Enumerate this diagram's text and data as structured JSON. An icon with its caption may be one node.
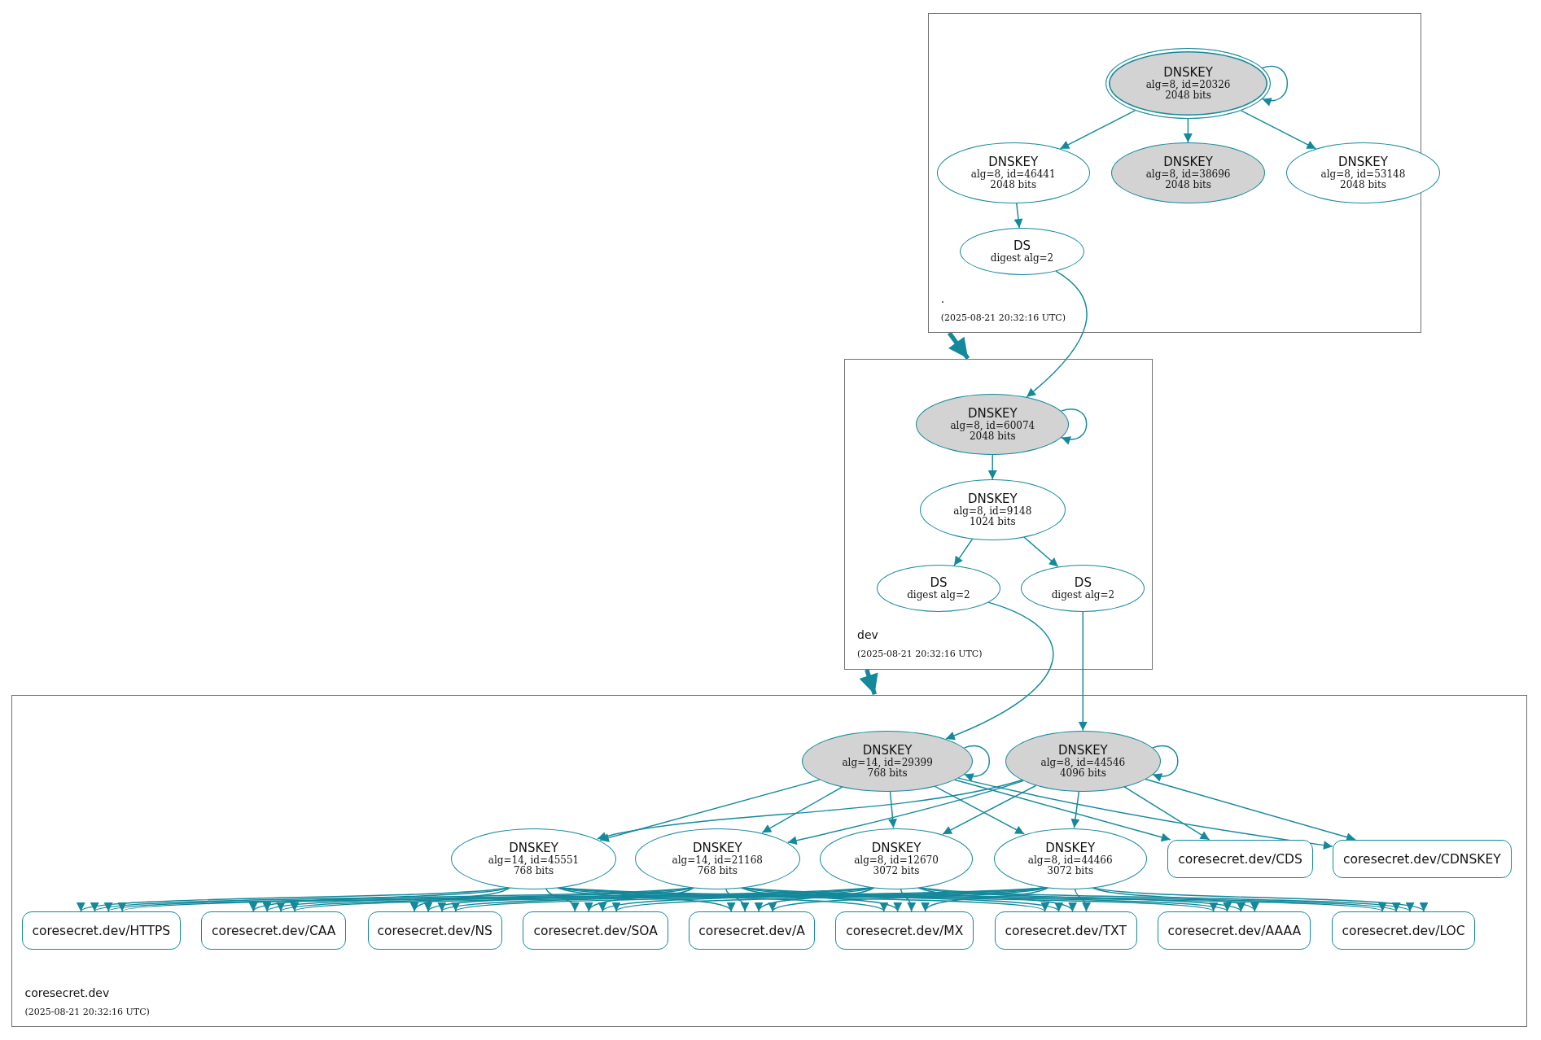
{
  "diagram": {
    "nodes": [
      {
        "text": [
          ".",
          "(2025-08-21 20:32:16 UTC)"
        ]
      },
      {
        "text": [
          "DNSKEY",
          "alg=8, id=20326",
          "2048 bits"
        ],
        "in": 0
      },
      {
        "text": [
          "DNSKEY",
          "alg=8, id=46441",
          "2048 bits"
        ],
        "in": 0
      },
      {
        "text": [
          "DNSKEY",
          "alg=8, id=38696",
          "2048 bits"
        ],
        "in": 0
      },
      {
        "text": [
          "DNSKEY",
          "alg=8, id=53148",
          "2048 bits"
        ],
        "in": 0
      },
      {
        "text": [
          "DS",
          "digest alg=2"
        ],
        "in": 0
      },
      {
        "text": [
          "dev",
          "(2025-08-21 20:32:16 UTC)"
        ]
      },
      {
        "text": [
          "DNSKEY",
          "alg=8, id=60074",
          "2048 bits"
        ],
        "in": 6
      },
      {
        "text": [
          "DNSKEY",
          "alg=8, id=9148",
          "1024 bits"
        ],
        "in": 6
      },
      {
        "text": [
          "DS",
          "digest alg=2"
        ],
        "in": 6
      },
      {
        "text": [
          "DS",
          "digest alg=2"
        ],
        "in": 6
      },
      {
        "text": [
          "coresecret.dev",
          "(2025-08-21 20:32:16 UTC)"
        ]
      },
      {
        "text": [
          "DNSKEY",
          "alg=14, id=29399",
          "768 bits"
        ],
        "in": 11
      },
      {
        "text": [
          "DNSKEY",
          "alg=8, id=44546",
          "4096 bits"
        ],
        "in": 11
      },
      {
        "text": [
          "DNSKEY",
          "alg=14, id=45551",
          "768 bits"
        ],
        "in": 11
      },
      {
        "text": [
          "DNSKEY",
          "alg=14, id=21168",
          "768 bits"
        ],
        "in": 11
      },
      {
        "text": [
          "DNSKEY",
          "alg=8, id=12670",
          "3072 bits"
        ],
        "in": 11
      },
      {
        "text": [
          "DNSKEY",
          "alg=8, id=44466",
          "3072 bits"
        ],
        "in": 11
      },
      {
        "text": [
          "coresecret.dev/CDS"
        ],
        "in": 11
      },
      {
        "text": [
          "coresecret.dev/CDNSKEY"
        ],
        "in": 11
      },
      {
        "text": [
          "coresecret.dev/HTTPS"
        ],
        "in": 11
      },
      {
        "text": [
          "coresecret.dev/CAA"
        ],
        "in": 11
      },
      {
        "text": [
          "coresecret.dev/NS"
        ],
        "in": 11
      },
      {
        "text": [
          "coresecret.dev/SOA"
        ],
        "in": 11
      },
      {
        "text": [
          "coresecret.dev/A"
        ],
        "in": 11
      },
      {
        "text": [
          "coresecret.dev/MX"
        ],
        "in": 11
      },
      {
        "text": [
          "coresecret.dev/TXT"
        ],
        "in": 11
      },
      {
        "text": [
          "coresecret.dev/AAAA"
        ],
        "in": 11
      },
      {
        "text": [
          "coresecret.dev/LOC"
        ],
        "in": 11
      }
    ],
    "edges": [
      {
        "from": 1,
        "to": 1,
        "arrow": "to"
      },
      {
        "from": 1,
        "to": 2,
        "arrow": "to"
      },
      {
        "from": 1,
        "to": 3,
        "arrow": "to"
      },
      {
        "from": 1,
        "to": 4,
        "arrow": "to"
      },
      {
        "from": 2,
        "to": 5,
        "arrow": "to"
      },
      {
        "from": 5,
        "to": 7,
        "arrow": "to"
      },
      {
        "from": 0,
        "to": 6,
        "arrow": "to",
        "style": "thick"
      },
      {
        "from": 7,
        "to": 7,
        "arrow": "to"
      },
      {
        "from": 7,
        "to": 8,
        "arrow": "to"
      },
      {
        "from": 8,
        "to": 9,
        "arrow": "to"
      },
      {
        "from": 8,
        "to": 10,
        "arrow": "to"
      },
      {
        "from": 9,
        "to": 12,
        "arrow": "to"
      },
      {
        "from": 10,
        "to": 13,
        "arrow": "to"
      },
      {
        "from": 6,
        "to": 11,
        "arrow": "to",
        "style": "thick"
      },
      {
        "from": 12,
        "to": 12,
        "arrow": "to"
      },
      {
        "from": 13,
        "to": 13,
        "arrow": "to"
      },
      {
        "from": 12,
        "to": 14,
        "arrow": "to"
      },
      {
        "from": 12,
        "to": 15,
        "arrow": "to"
      },
      {
        "from": 12,
        "to": 16,
        "arrow": "to"
      },
      {
        "from": 12,
        "to": 17,
        "arrow": "to"
      },
      {
        "from": 13,
        "to": 14,
        "arrow": "to"
      },
      {
        "from": 13,
        "to": 15,
        "arrow": "to"
      },
      {
        "from": 13,
        "to": 16,
        "arrow": "to"
      },
      {
        "from": 13,
        "to": 17,
        "arrow": "to"
      },
      {
        "from": 12,
        "to": 18,
        "arrow": "to"
      },
      {
        "from": 12,
        "to": 19,
        "arrow": "to"
      },
      {
        "from": 13,
        "to": 18,
        "arrow": "to"
      },
      {
        "from": 13,
        "to": 19,
        "arrow": "to"
      },
      {
        "from": 14,
        "to": 20,
        "arrow": "to"
      },
      {
        "from": 14,
        "to": 21,
        "arrow": "to"
      },
      {
        "from": 14,
        "to": 22,
        "arrow": "to"
      },
      {
        "from": 14,
        "to": 23,
        "arrow": "to"
      },
      {
        "from": 14,
        "to": 24,
        "arrow": "to"
      },
      {
        "from": 14,
        "to": 25,
        "arrow": "to"
      },
      {
        "from": 14,
        "to": 26,
        "arrow": "to"
      },
      {
        "from": 14,
        "to": 27,
        "arrow": "to"
      },
      {
        "from": 14,
        "to": 28,
        "arrow": "to"
      },
      {
        "from": 15,
        "to": 20,
        "arrow": "to"
      },
      {
        "from": 15,
        "to": 21,
        "arrow": "to"
      },
      {
        "from": 15,
        "to": 22,
        "arrow": "to"
      },
      {
        "from": 15,
        "to": 23,
        "arrow": "to"
      },
      {
        "from": 15,
        "to": 24,
        "arrow": "to"
      },
      {
        "from": 15,
        "to": 25,
        "arrow": "to"
      },
      {
        "from": 15,
        "to": 26,
        "arrow": "to"
      },
      {
        "from": 15,
        "to": 27,
        "arrow": "to"
      },
      {
        "from": 15,
        "to": 28,
        "arrow": "to"
      },
      {
        "from": 16,
        "to": 20,
        "arrow": "to"
      },
      {
        "from": 16,
        "to": 21,
        "arrow": "to"
      },
      {
        "from": 16,
        "to": 22,
        "arrow": "to"
      },
      {
        "from": 16,
        "to": 23,
        "arrow": "to"
      },
      {
        "from": 16,
        "to": 24,
        "arrow": "to"
      },
      {
        "from": 16,
        "to": 25,
        "arrow": "to"
      },
      {
        "from": 16,
        "to": 26,
        "arrow": "to"
      },
      {
        "from": 16,
        "to": 27,
        "arrow": "to"
      },
      {
        "from": 16,
        "to": 28,
        "arrow": "to"
      },
      {
        "from": 17,
        "to": 20,
        "arrow": "to"
      },
      {
        "from": 17,
        "to": 21,
        "arrow": "to"
      },
      {
        "from": 17,
        "to": 22,
        "arrow": "to"
      },
      {
        "from": 17,
        "to": 23,
        "arrow": "to"
      },
      {
        "from": 17,
        "to": 24,
        "arrow": "to"
      },
      {
        "from": 17,
        "to": 25,
        "arrow": "to"
      },
      {
        "from": 17,
        "to": 26,
        "arrow": "to"
      },
      {
        "from": 17,
        "to": 27,
        "arrow": "to"
      },
      {
        "from": 17,
        "to": 28,
        "arrow": "to"
      }
    ]
  }
}
